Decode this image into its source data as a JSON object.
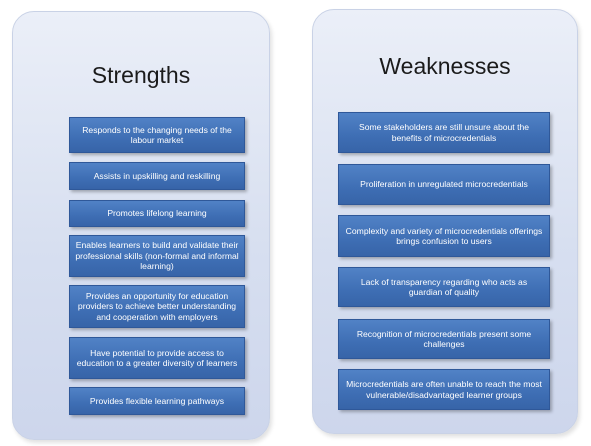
{
  "strengths": {
    "title": "Strengths",
    "items": [
      "Responds to the changing needs of the labour market",
      "Assists in upskilling and reskilling",
      "Promotes lifelong learning",
      "Enables learners to build and validate their professional skills (non-formal and informal learning)",
      "Provides an opportunity for education providers to achieve better understanding and cooperation with employers",
      "Have potential to provide access to education to a greater diversity of learners",
      "Provides flexible learning pathways"
    ]
  },
  "weaknesses": {
    "title": "Weaknesses",
    "items": [
      "Some stakeholders are still unsure about the benefits of microcredentials",
      "Proliferation in unregulated microcredentials",
      "Complexity and variety of microcredentials offerings brings confusion to users",
      "Lack of transparency regarding who acts as guardian of quality",
      "Recognition of microcredentials present some challenges",
      "Microcredentials are often unable to reach the most vulnerable/disadvantaged learner groups"
    ]
  },
  "colors": {
    "panel_background": "#d7dff0",
    "item_fill": "#4a7bc0",
    "item_text": "#ffffff",
    "title_text": "#1b1b1b"
  }
}
